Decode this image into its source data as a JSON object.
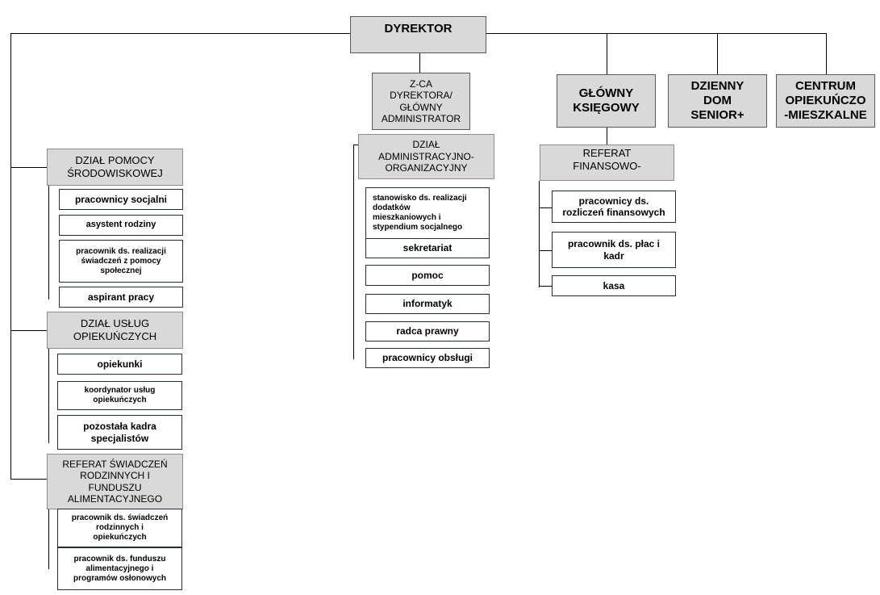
{
  "director": "DYREKTOR",
  "deputy": "Z-CA\nDYREKTORA/\nGŁÓWNY\nADMINISTRATOR",
  "chief_accountant": "GŁÓWNY\nKSIĘGOWY",
  "day_home": "DZIENNY\nDOM\nSENIOR+",
  "care_center": "CENTRUM\nOPIEKUŃCZO\n-MIESZKALNE",
  "dept_social": {
    "title": "DZIAŁ POMOCY\nŚRODOWISKOWEJ",
    "items": [
      "pracownicy socjalni",
      "asystent rodziny",
      "pracownik ds. realizacji\nświadczeń z pomocy\nspołecznej",
      "aspirant pracy"
    ]
  },
  "dept_care": {
    "title": "DZIAŁ USŁUG\nOPIEKUŃCZYCH",
    "items": [
      "opiekunki",
      "koordynator usług\nopiekuńczych",
      "pozostała kadra\nspecjalistów"
    ]
  },
  "dept_family": {
    "title": "REFERAT ŚWIADCZEŃ\nRODZINNYCH I\nFUNDUSZU\nALIMENTACYJNEGO",
    "items": [
      "pracownik ds. świadczeń\nrodzinnych i\nopiekuńczych",
      "pracownik ds. funduszu\nalimentacyjnego i\nprogramów osłonowych"
    ]
  },
  "dept_admin": {
    "title": "DZIAŁ\nADMINISTRACYJNO-\nORGANIZACYJNY",
    "items": [
      "stanowisko ds. realizacji\ndodatków\nmieszkaniowych i\nstypendium socjalnego",
      "sekretariat",
      "pomoc",
      "informatyk",
      "radca prawny",
      "pracownicy obsługi"
    ]
  },
  "dept_finance": {
    "title": "REFERAT\nFINANSOWO-",
    "items": [
      "pracownicy ds.\nrozliczeń finansowych",
      "pracownik ds. płac i\nkadr",
      "kasa"
    ]
  }
}
